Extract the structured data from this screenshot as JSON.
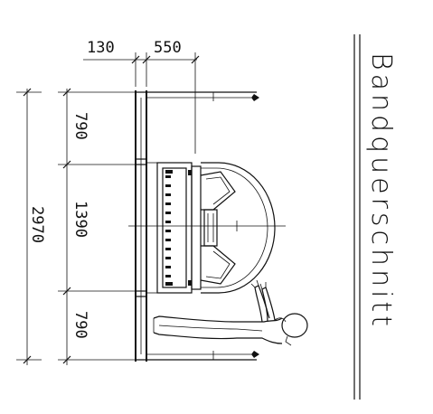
{
  "title": "Bandquerschnitt",
  "dimensions": {
    "top_left": "130",
    "top_right": "550",
    "total_height": "2970",
    "segment_top": "790",
    "segment_middle": "1390",
    "segment_bottom": "790"
  },
  "figure": {
    "icon": "human-figure-reclining",
    "line_color": "#111111",
    "background": "#ffffff"
  }
}
